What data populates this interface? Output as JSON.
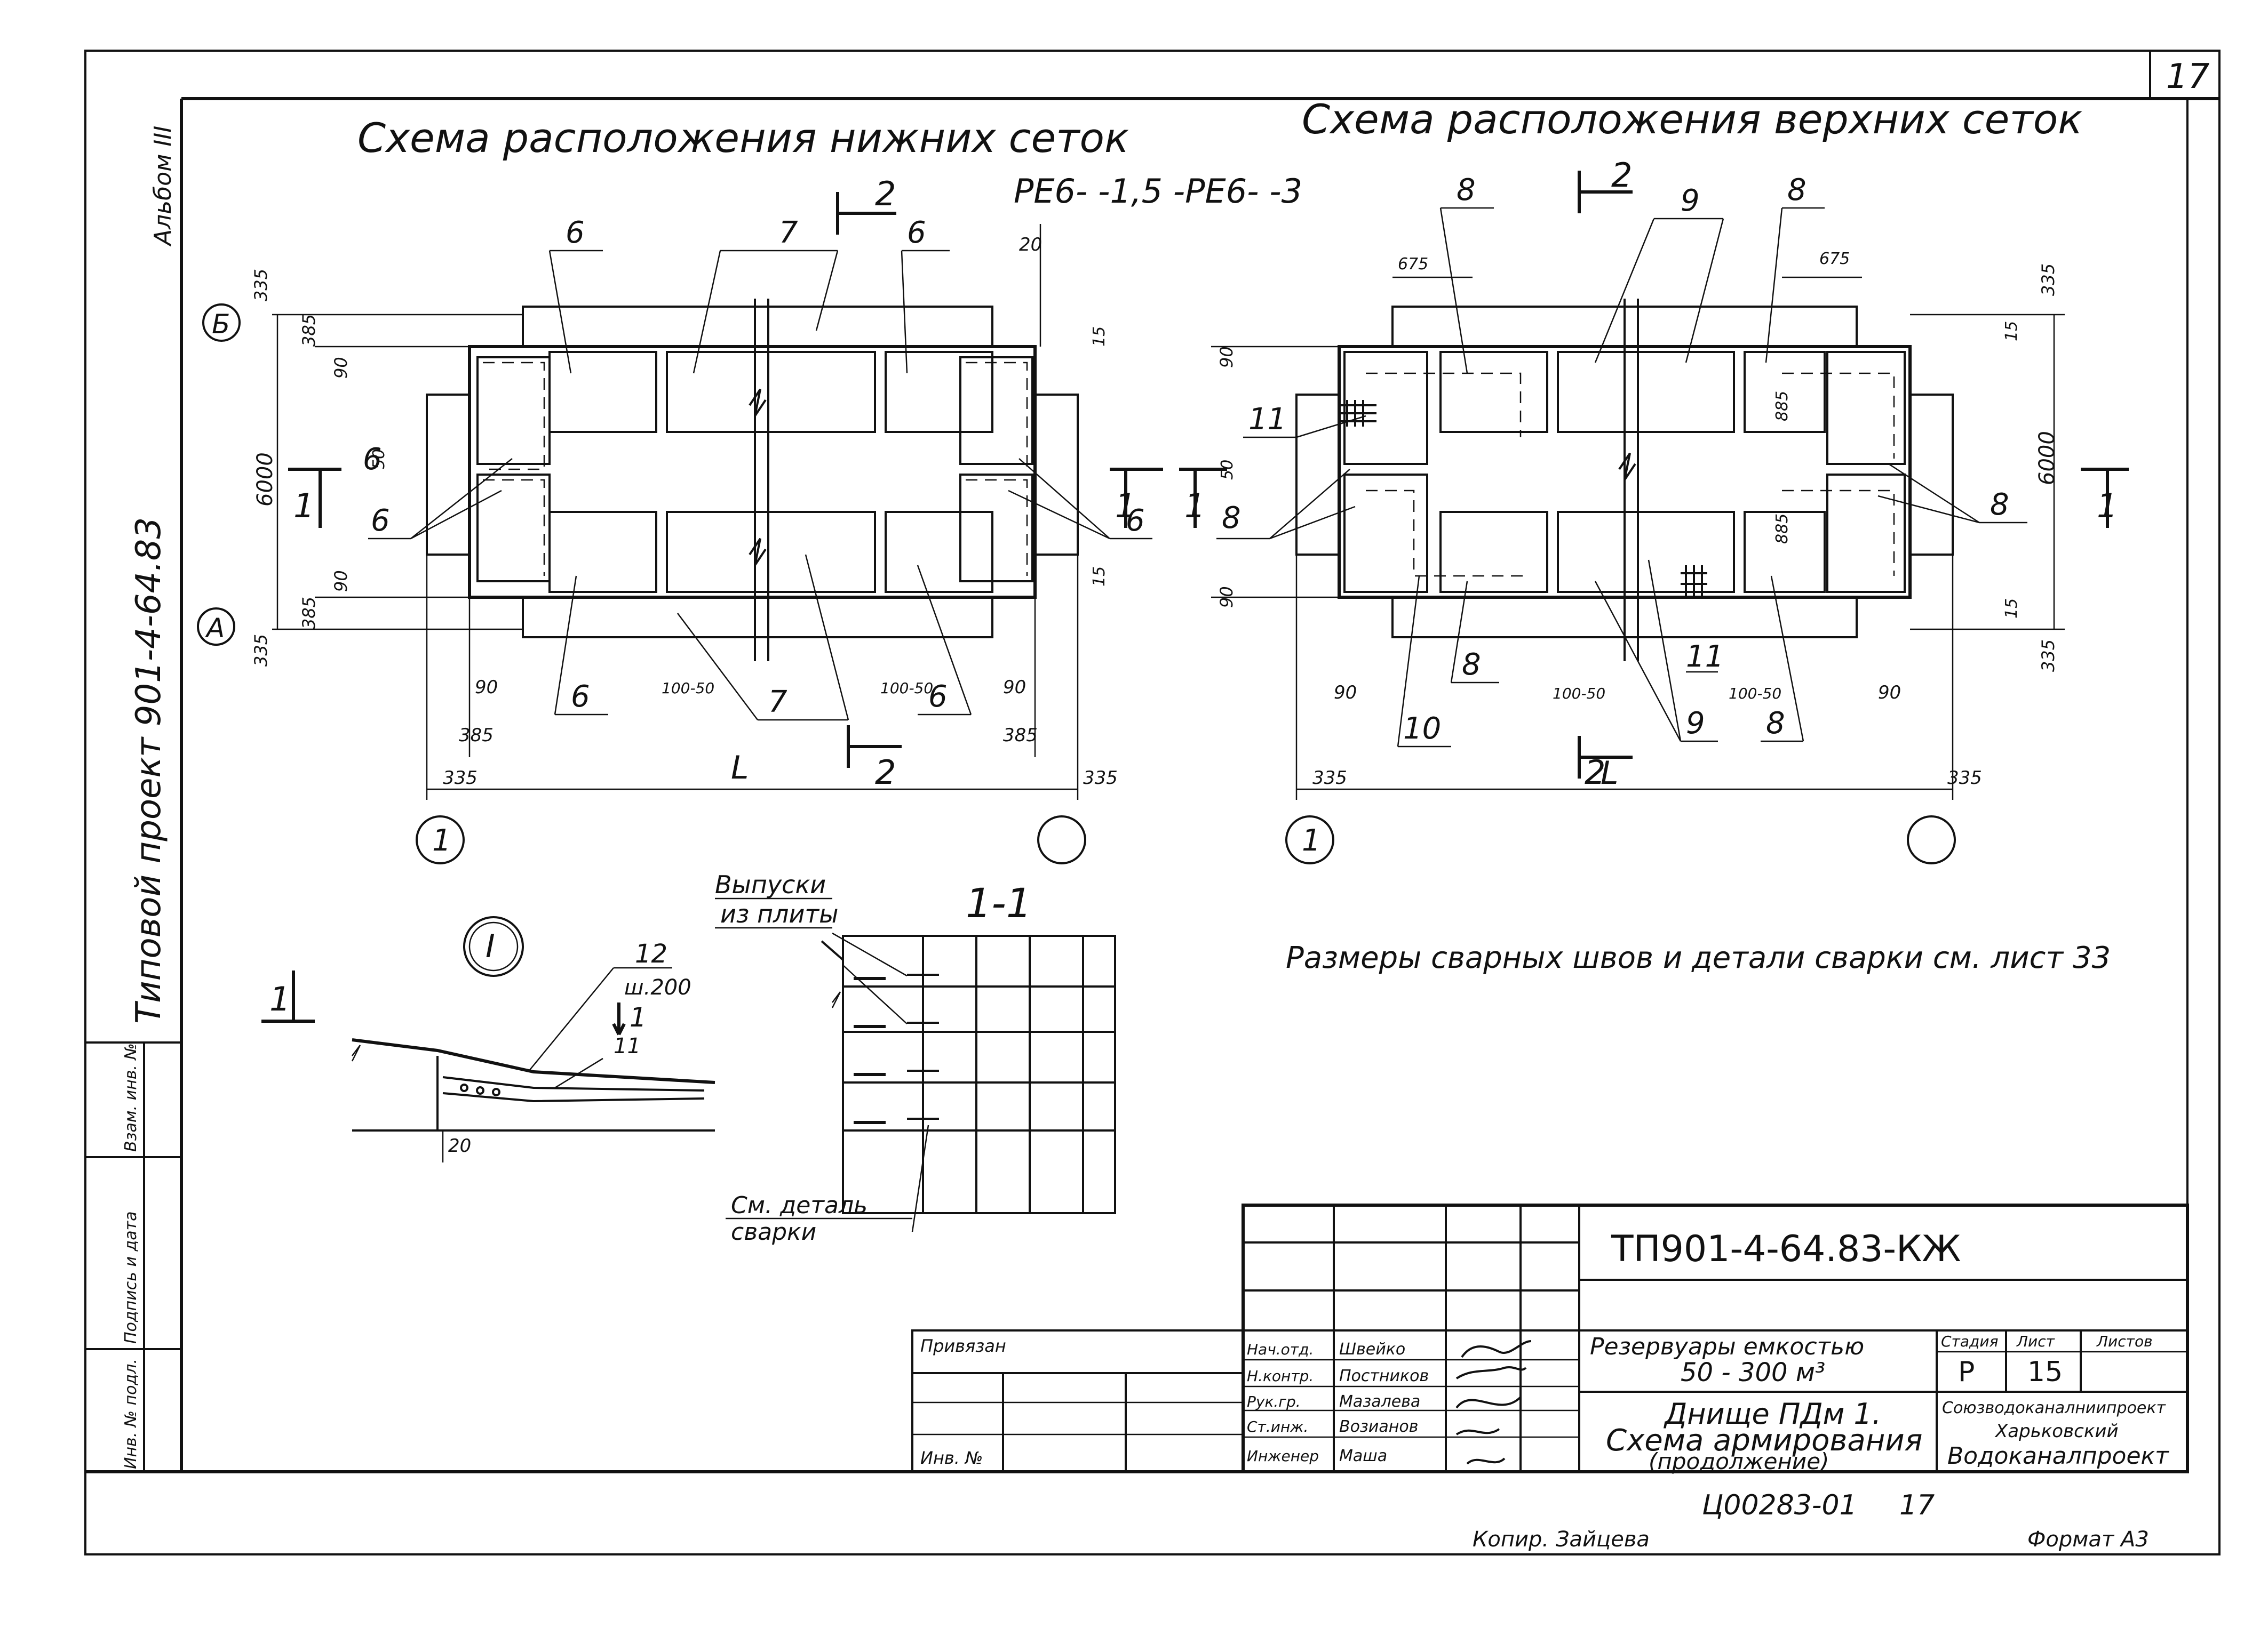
{
  "sheet_number": "17",
  "album": "Альбом III",
  "typical_project": "Типовой проект 901-4-64.83",
  "titles": {
    "lower_meshes": "Схема расположения нижних сеток",
    "upper_meshes": "Схема расположения верхних сеток"
  },
  "mesh_marks": "РЕ6-   -1,5  -РЕ6-   -3",
  "axes": {
    "b": "Б",
    "a": "А",
    "one": "1"
  },
  "section_labels": {
    "s1": "1",
    "s2": "2",
    "section11": "1-1",
    "detail": "I"
  },
  "positions": [
    "6",
    "7",
    "8",
    "9",
    "10",
    "11",
    "12"
  ],
  "dims": {
    "d335": "335",
    "d385": "385",
    "d90": "90",
    "d50": "50",
    "d6000": "6000",
    "d20": "20",
    "d15": "15",
    "d675": "675",
    "d885": "885",
    "d100_50": "100-50",
    "L": "L",
    "step": "ш.200"
  },
  "notes": {
    "weld_ref": "Размеры сварных швов и детали сварки см. лист 33",
    "outlets_1": "Выпуски",
    "outlets_2": "из плиты",
    "detail_ref_1": "См. деталь",
    "detail_ref_2": "сварки"
  },
  "stamp": {
    "code": "ТП901-4-64.83-КЖ",
    "privyazan": "Привязан",
    "inv": "Инв. №",
    "roles": [
      "Нач.отд.",
      "Н.контр.",
      "Рук.гр.",
      "Ст.инж.",
      "Инженер"
    ],
    "names": [
      "Швейко",
      "Постников",
      "Мазалева",
      "Возианов",
      "Маша"
    ],
    "object_1": "Резервуары емкостью",
    "object_2": "50 - 300 м³",
    "title_1": "Днище ПДм 1.",
    "title_2": "Схема армирования",
    "title_3": "(продолжение)",
    "stage_h": "Стадия",
    "sheet_h": "Лист",
    "sheets_h": "Листов",
    "stage": "Р",
    "sheet": "15",
    "org_1": "Союзводоканалниипроект",
    "org_2": "Харьковский",
    "org_3": "Водоканалпроект"
  },
  "side_table": [
    "Инв. № подл.",
    "Подпись и дата",
    "Взам. инв. №"
  ],
  "archive_no": "Ц00283-01",
  "archive_sheet": "17",
  "copied": "Копир. Зайцева",
  "format": "Формат А3"
}
